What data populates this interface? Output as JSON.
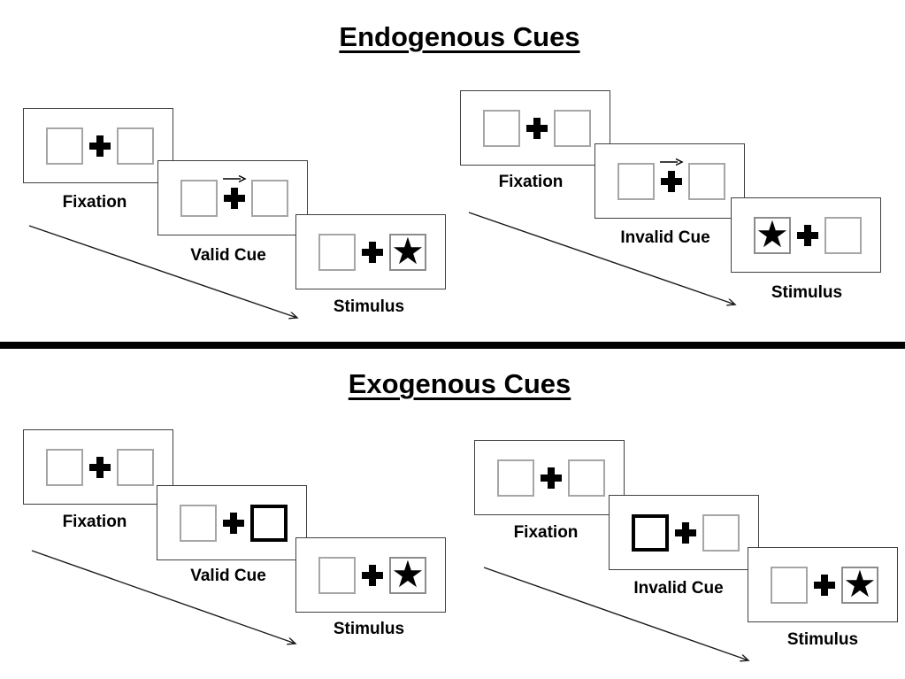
{
  "sections": [
    {
      "title": "Endogenous Cues",
      "panels": [
        {
          "name": "endogenous-valid",
          "fixation_label": "Fixation",
          "cue_label": "Valid Cue",
          "stimulus_label": "Stimulus",
          "cue_type": "central-arrow-right",
          "stimulus_star_side": "right"
        },
        {
          "name": "endogenous-invalid",
          "fixation_label": "Fixation",
          "cue_label": "Invalid Cue",
          "stimulus_label": "Stimulus",
          "cue_type": "central-arrow-right",
          "stimulus_star_side": "left"
        }
      ]
    },
    {
      "title": "Exogenous Cues",
      "panels": [
        {
          "name": "exogenous-valid",
          "fixation_label": "Fixation",
          "cue_label": "Valid Cue",
          "stimulus_label": "Stimulus",
          "cue_type": "peripheral-box-right-bold",
          "stimulus_star_side": "right"
        },
        {
          "name": "exogenous-invalid",
          "fixation_label": "Fixation",
          "cue_label": "Invalid Cue",
          "stimulus_label": "Stimulus",
          "cue_type": "peripheral-box-left-bold",
          "stimulus_star_side": "right"
        }
      ]
    }
  ],
  "glyphs": {
    "star": "★"
  },
  "colors": {
    "ink": "#000000",
    "panel_border": "#404040",
    "square_border": "#a6a6a6",
    "divider": "#000000"
  }
}
